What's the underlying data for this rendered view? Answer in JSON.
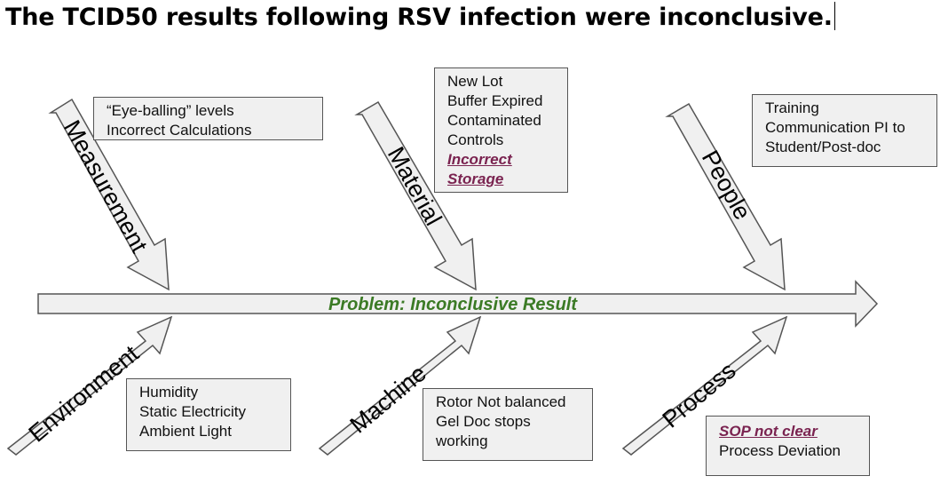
{
  "title": "The TCID50 results following RSV infection were inconclusive.",
  "problem": "Problem: Inconclusive Result",
  "categories": {
    "measurement": "Measurement",
    "material": "Material",
    "people": "People",
    "environment": "Environment",
    "machine": "Machine",
    "process": "Process"
  },
  "causes": {
    "measurement": [
      "“Eye-balling” levels",
      "Incorrect Calculations"
    ],
    "material": [
      "New Lot",
      "Buffer Expired",
      "Contaminated",
      "Controls",
      "Incorrect",
      "Storage"
    ],
    "people": [
      "Training",
      "Communication PI to",
      "Student/Post-doc"
    ],
    "environment": [
      "Humidity",
      "Static Electricity",
      "Ambient Light"
    ],
    "machine": [
      "Rotor Not balanced",
      "Gel Doc stops",
      "working"
    ],
    "process": [
      "SOP not clear",
      "Process Deviation"
    ]
  },
  "colors": {
    "arrow_fill": "#f0f0f0",
    "arrow_stroke": "#555555",
    "problem_text": "#3b7a25",
    "highlight_text": "#7a2350"
  }
}
